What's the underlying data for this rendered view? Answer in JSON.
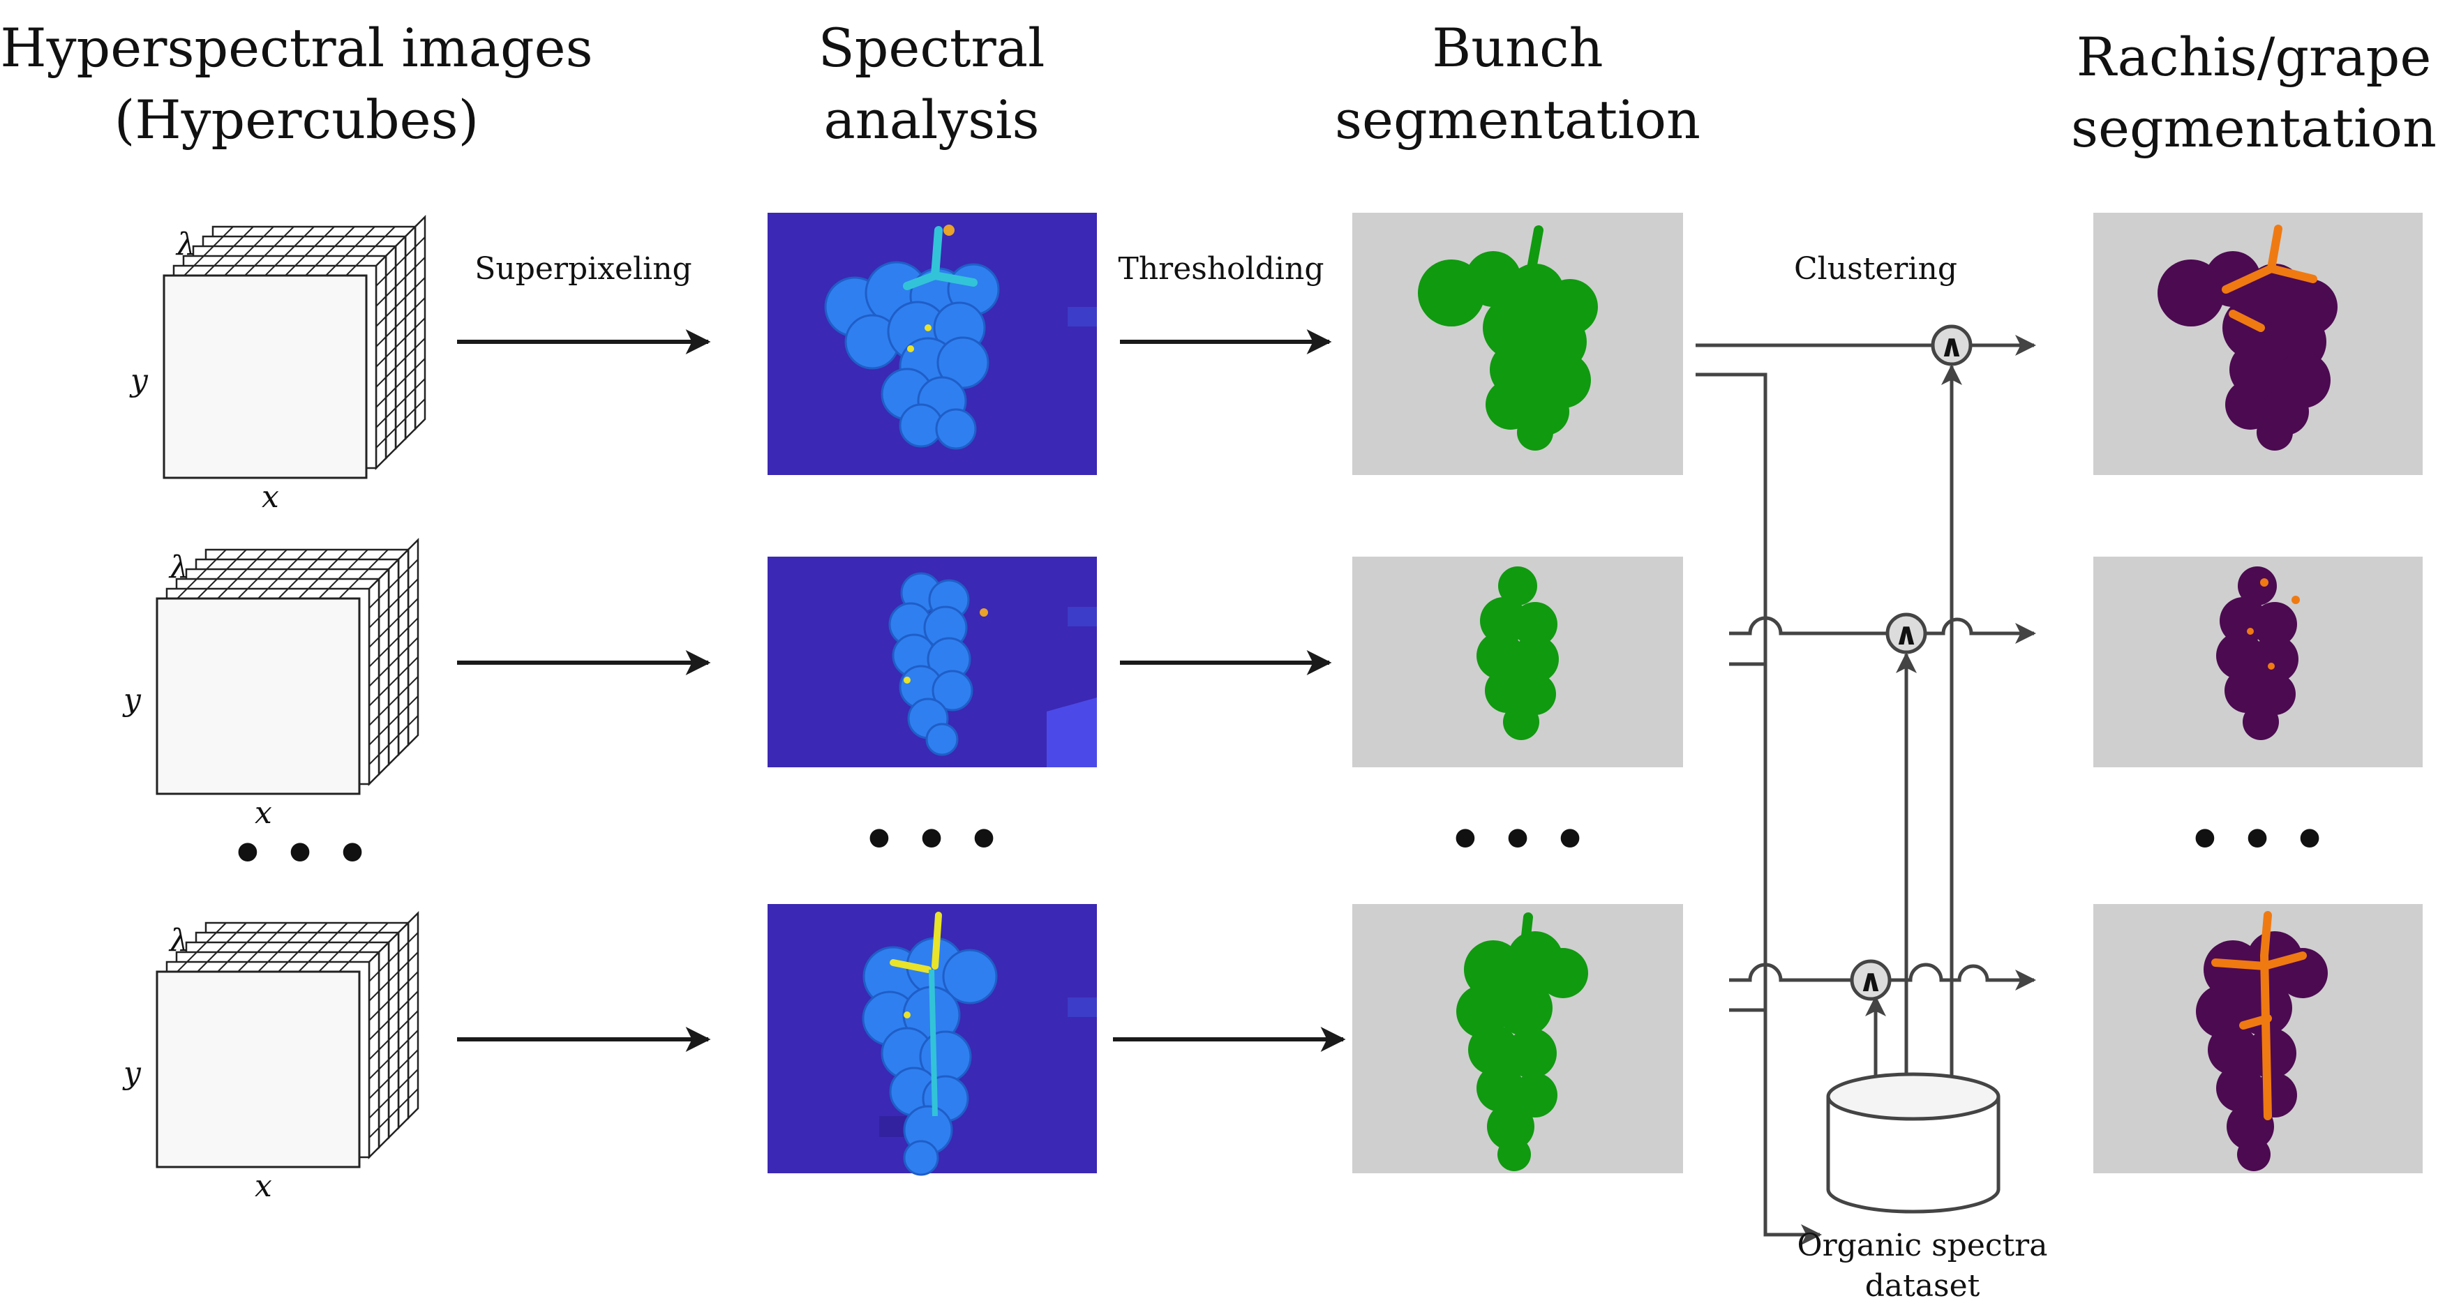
{
  "columns": {
    "hypercubes": [
      "Hyperspectral images",
      "(Hypercubes)"
    ],
    "spectral": [
      "Spectral",
      "analysis"
    ],
    "bunch": [
      "Bunch",
      "segmentation"
    ],
    "rachis": [
      "Rachis/grape",
      "segmentation"
    ]
  },
  "stages": {
    "superpixeling": "Superpixeling",
    "thresholding": "Thresholding",
    "clustering": "Clustering"
  },
  "axes": {
    "lambda": "λ",
    "y": "y",
    "x": "x"
  },
  "ellipsis": "• • •",
  "and_symbol": "∧",
  "dataset_label": [
    "Organic spectra",
    "dataset"
  ],
  "colors": {
    "spectral_bg": "#3b28b4",
    "grape_blue": "#2f7ff0",
    "grape_cyan": "#33c3d8",
    "yellow": "#e9e32a",
    "bunch_green": "#109a10",
    "panel_gray": "#cfcfcf",
    "berry_purple": "#4c0a51",
    "rachis_orange": "#f07a12"
  }
}
